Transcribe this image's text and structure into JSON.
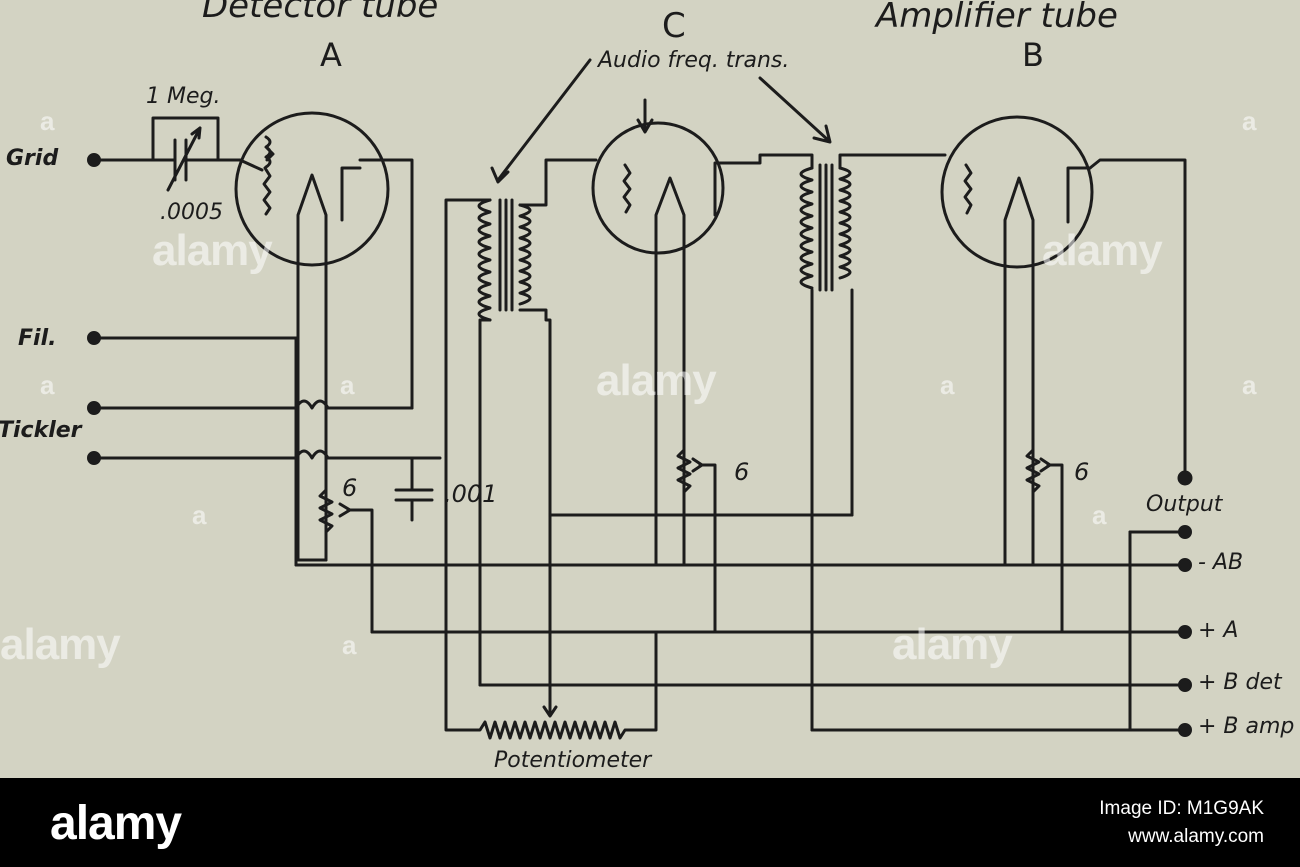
{
  "diagram": {
    "header": {
      "detector_title": "Detector tube",
      "detector_letter": "A",
      "middle_letter": "C",
      "amplifier_title": "Amplifier tube",
      "amplifier_letter": "B",
      "transformer_note": "Audio freq. trans."
    },
    "components": {
      "grid_resistor": "1 Meg.",
      "grid_capacitor": ".0005",
      "bypass_capacitor": ".001",
      "rheostat_detector": "6",
      "rheostat_c": "6",
      "rheostat_amplifier": "6",
      "potentiometer": "Potentiometer"
    },
    "terminals": {
      "grid": "Grid",
      "filament": "Fil.",
      "tickler": "Tickler",
      "output": "Output",
      "minus_ab": "- AB",
      "plus_a": "+ A",
      "plus_b_det": "+ B det",
      "plus_b_amp": "+ B amp"
    },
    "colors": {
      "paper": "#d3d3c3",
      "ink": "#1c1c1c",
      "footer": "#000000"
    }
  },
  "watermarks": {
    "text": "alamy",
    "small": "a"
  },
  "footer": {
    "logo": "alamy",
    "image_id": "Image ID: M1G9AK",
    "url": "www.alamy.com"
  }
}
